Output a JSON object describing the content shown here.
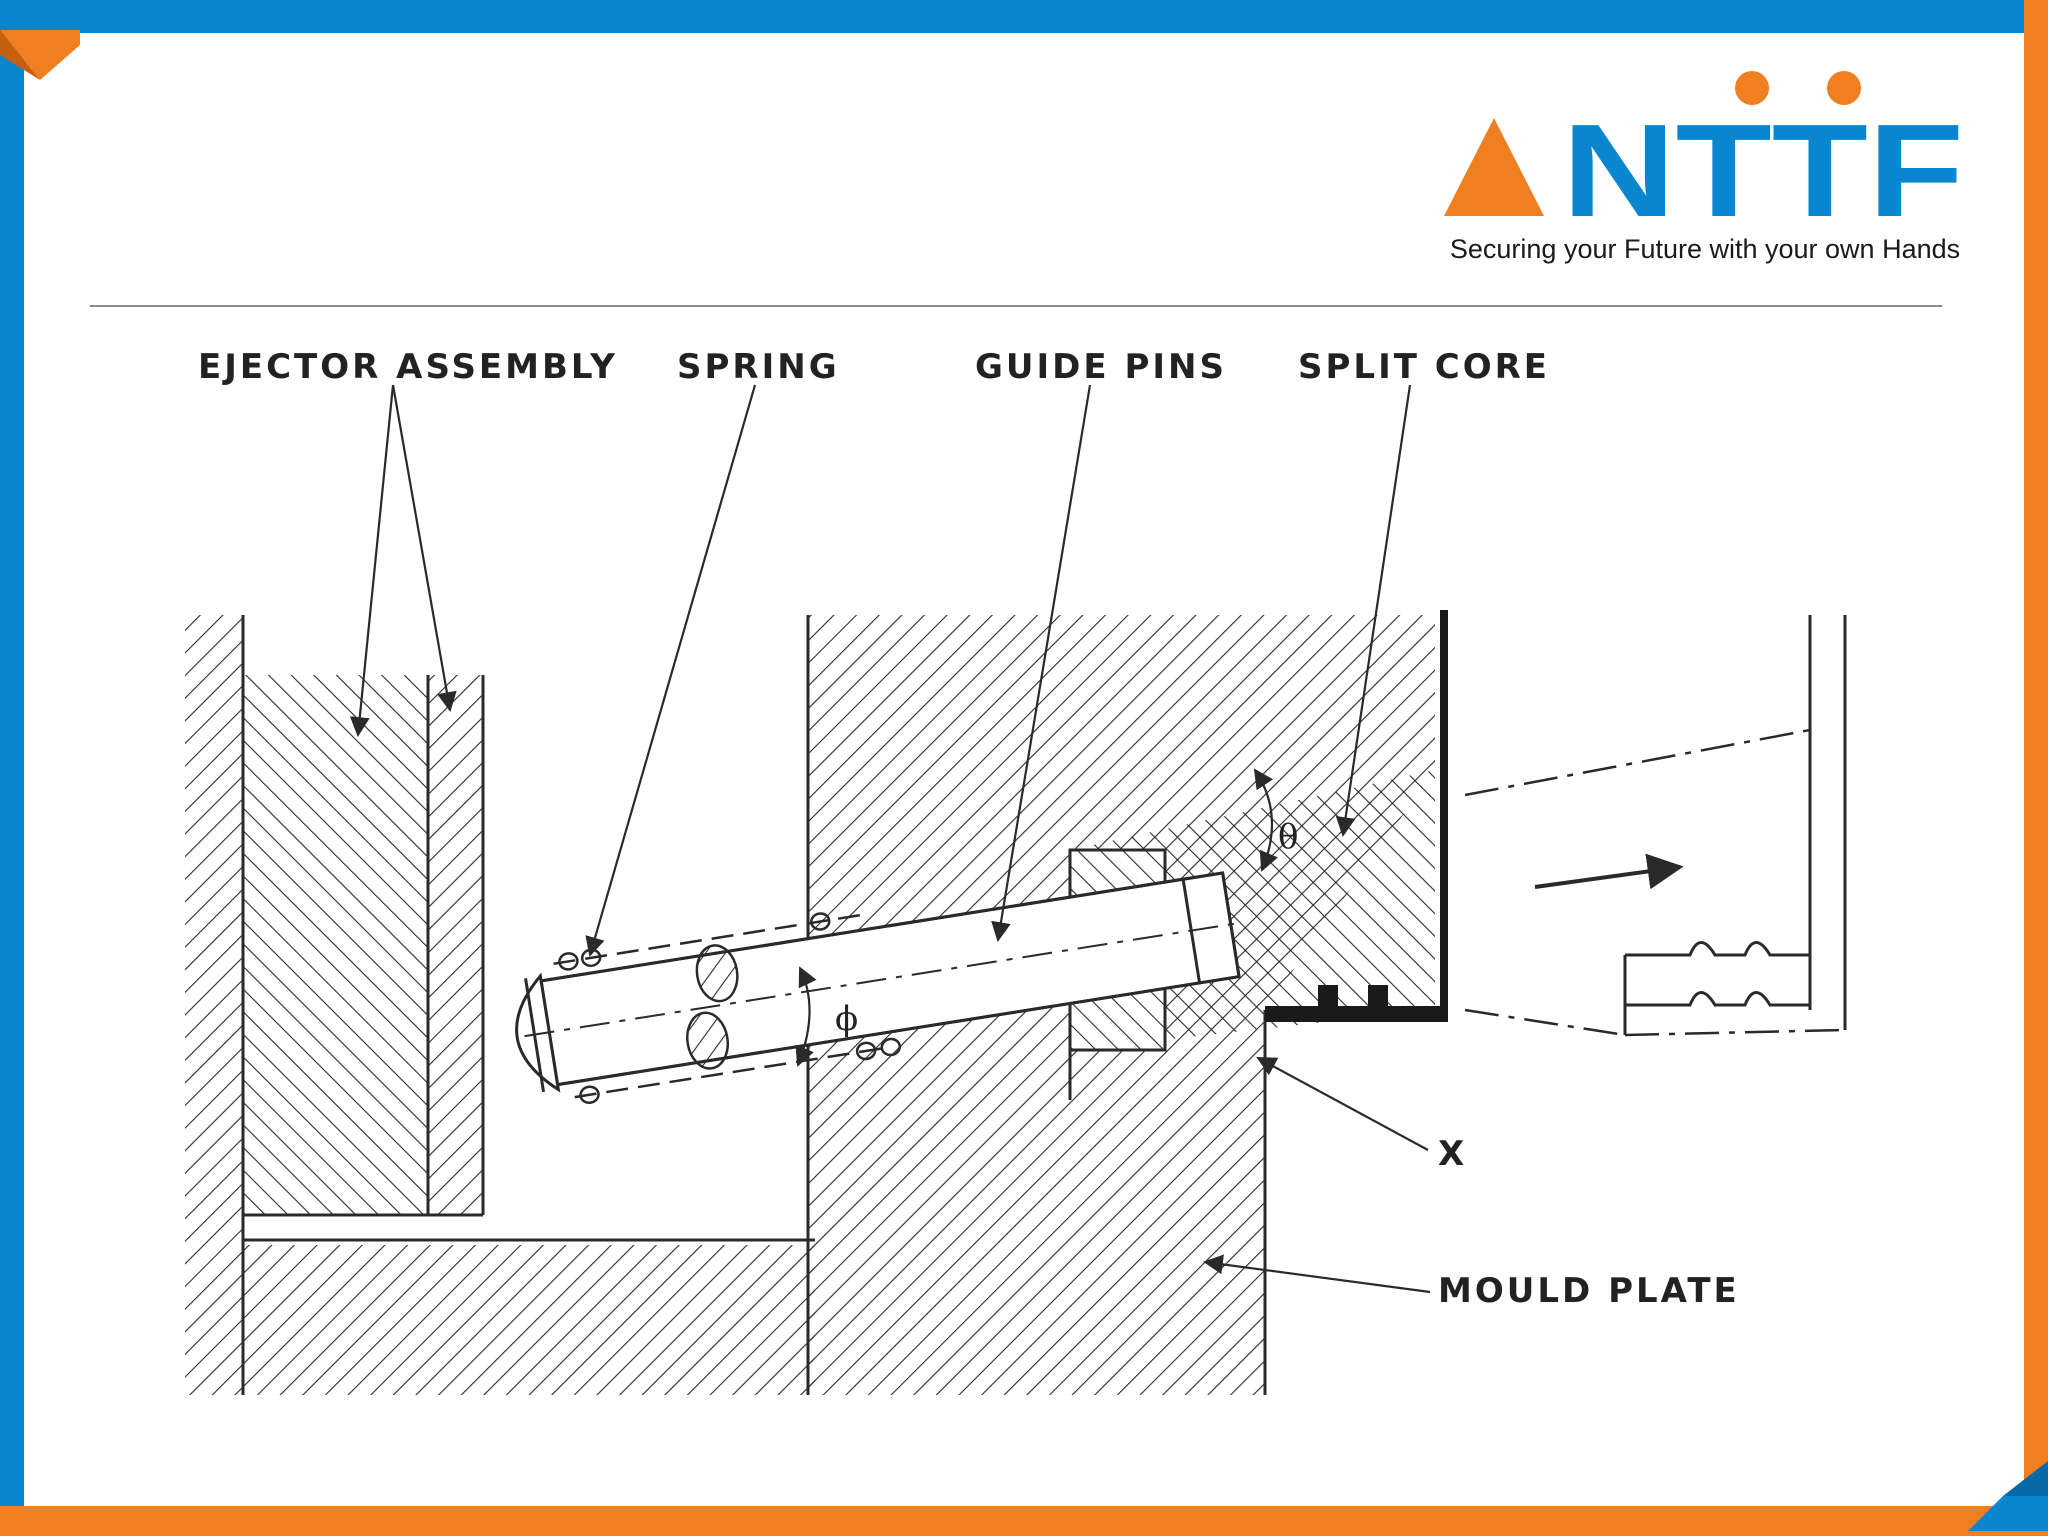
{
  "branding": {
    "logo_text": "NTTF",
    "tagline": "Securing your Future with your own Hands",
    "colors": {
      "blue": "#0a86d0",
      "orange": "#f07f22"
    }
  },
  "diagram": {
    "labels": {
      "ejector_assembly": "EJECTOR ASSEMBLY",
      "spring": "SPRING",
      "guide_pins": "GUIDE PINS",
      "split_core": "SPLIT CORE",
      "x_marker": "X",
      "mould_plate": "MOULD PLATE"
    },
    "symbols": {
      "theta": "θ",
      "phi": "ϕ"
    }
  }
}
